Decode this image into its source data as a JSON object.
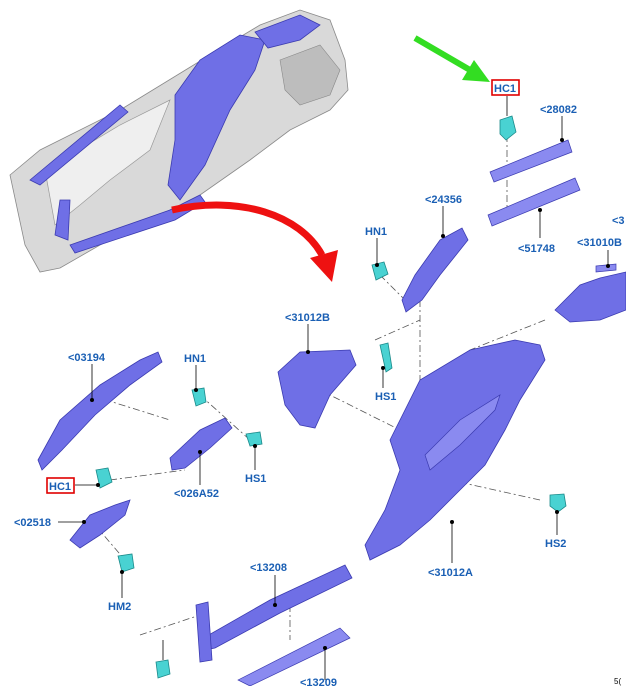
{
  "labels": {
    "hc1_top": "HC1",
    "p28082": "<28082",
    "p24356": "<24356",
    "hn1_top": "HN1",
    "p51748": "<51748",
    "p31010b": "<31010B",
    "p31012b": "<31012B",
    "p03194": "<03194",
    "hn1_mid": "HN1",
    "hs1_center": "HS1",
    "hs1_left": "HS1",
    "p026a52": "<026A52",
    "hc1_left": "HC1",
    "p02518": "<02518",
    "hm2": "HM2",
    "hs2": "HS2",
    "p31012a": "<31012A",
    "p13208": "<13208",
    "p_bottom": "<13209",
    "edge_right": "<3",
    "corner_code": "5("
  },
  "colors": {
    "part": "#6f6fe6",
    "clip": "#49d2d2",
    "label": "#1a5fb4",
    "highlight": "#e00000",
    "arrow_green": "#33dd22",
    "arrow_red": "#ee1111"
  }
}
